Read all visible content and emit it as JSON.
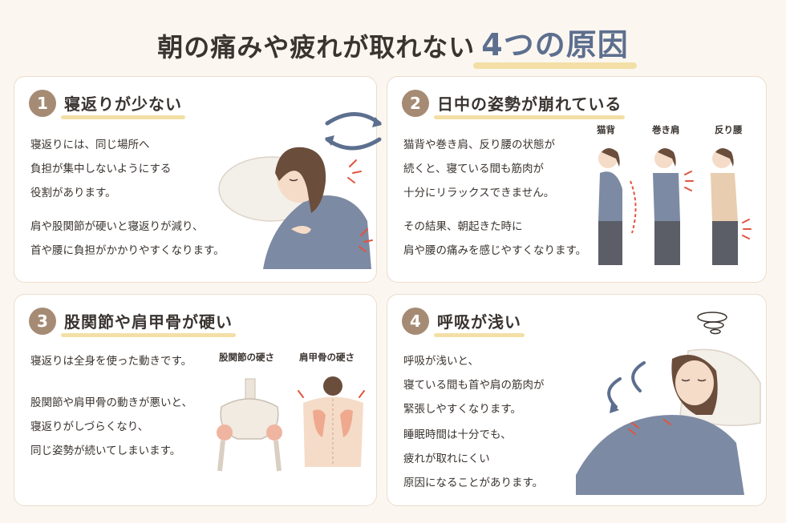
{
  "header": {
    "title_main": "朝の痛みや疲れが取れない",
    "title_accent": "4つの原因"
  },
  "cards": [
    {
      "number": "1",
      "heading": "寝返りが少ない",
      "para1": [
        "寝返りには、同じ場所へ",
        "負担が集中しないようにする",
        "役割があります。"
      ],
      "para2": [
        "肩や股関節が硬いと寝返りが減り、",
        "首や腰に負担がかかりやすくなります。"
      ]
    },
    {
      "number": "2",
      "heading": "日中の姿勢が崩れている",
      "para1": [
        "猫背や巻き肩、反り腰の状態が",
        "続くと、寝ている間も筋肉が",
        "十分にリラックスできません。"
      ],
      "para2": [
        "その結果、朝起きた時に",
        "肩や腰の痛みを感じやすくなります。"
      ],
      "labels": [
        "猫背",
        "巻き肩",
        "反り腰"
      ]
    },
    {
      "number": "3",
      "heading": "股関節や肩甲骨が硬い",
      "para1": [
        "寝返りは全身を使った動きです。"
      ],
      "para2": [
        "股関節や肩甲骨の動きが悪いと、",
        "寝返りがしづらくなり、",
        "同じ姿勢が続いてしまいます。"
      ],
      "labels": [
        "股関節の硬さ",
        "肩甲骨の硬さ"
      ]
    },
    {
      "number": "4",
      "heading": "呼吸が浅い",
      "para1": [
        "呼吸が浅いと、",
        "寝ている間も首や肩の筋肉が",
        "緊張しやすくなります。"
      ],
      "para2": [
        "睡眠時間は十分でも、",
        "疲れが取れにくい",
        "原因になることがあります。"
      ]
    }
  ],
  "colors": {
    "accent_blue": "#5d6f8f",
    "badge": "#a68b74",
    "highlight": "#f3dfa6",
    "pain_red": "#e0553f"
  }
}
